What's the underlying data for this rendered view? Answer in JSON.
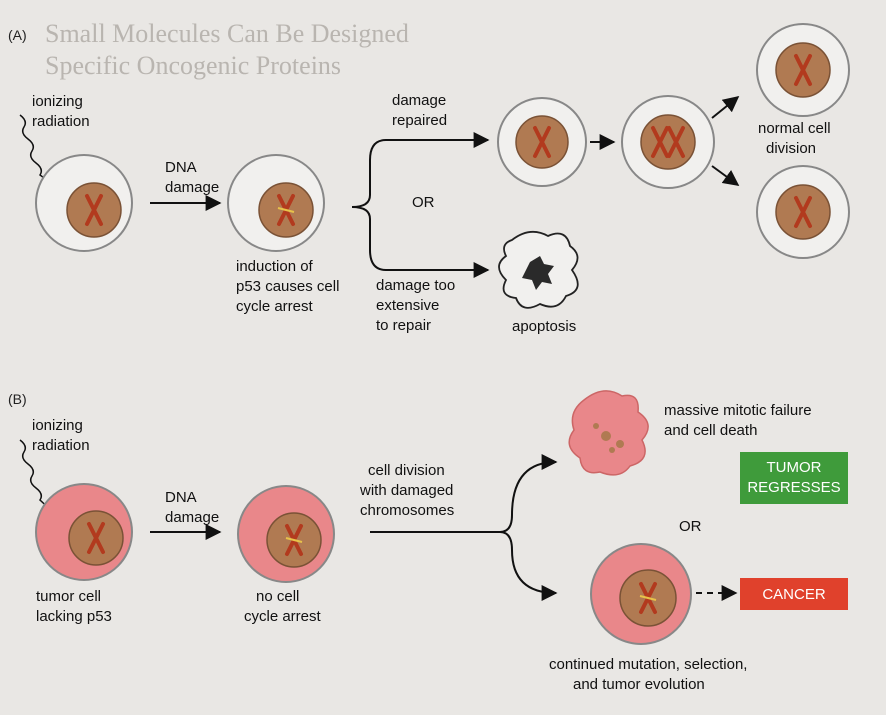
{
  "background_text": {
    "headline_1": "Small Molecules Can Be Designed",
    "headline_2": "Specific Oncogenic Proteins"
  },
  "panel_a": {
    "tag": "(A)",
    "ionizing_radiation": [
      "ionizing",
      "radiation"
    ],
    "dna_damage": [
      "DNA",
      "damage"
    ],
    "induction": [
      "induction of",
      "p53 causes cell",
      "cycle arrest"
    ],
    "damage_repaired": [
      "damage",
      "repaired"
    ],
    "or": "OR",
    "damage_too_extensive": [
      "damage too",
      "extensive",
      "to repair"
    ],
    "apoptosis": "apoptosis",
    "normal_cell_division": [
      "normal cell",
      "division"
    ]
  },
  "panel_b": {
    "tag": "(B)",
    "ionizing_radiation": [
      "ionizing",
      "radiation"
    ],
    "dna_damage": [
      "DNA",
      "damage"
    ],
    "tumor_cell": [
      "tumor cell",
      "lacking p53"
    ],
    "no_arrest": [
      "no cell",
      "cycle arrest"
    ],
    "cell_division": [
      "cell division",
      "with damaged",
      "chromosomes"
    ],
    "mitotic_failure": [
      "massive mitotic failure",
      "and cell death"
    ],
    "or": "OR",
    "tumor_regresses": [
      "TUMOR",
      "REGRESSES"
    ],
    "cancer": "CANCER",
    "continued": [
      "continued mutation, selection,",
      "and tumor evolution"
    ]
  },
  "colors": {
    "nucleus": "#b07a52",
    "nucleus_stroke": "#7a5236",
    "chromosome": "#b23a1e",
    "cytoplasm_normal": "#f1f0ee",
    "cytoplasm_tumor": "#e9878a",
    "tumor_box": "#3f9b3b",
    "cancer_box": "#e0412c"
  }
}
